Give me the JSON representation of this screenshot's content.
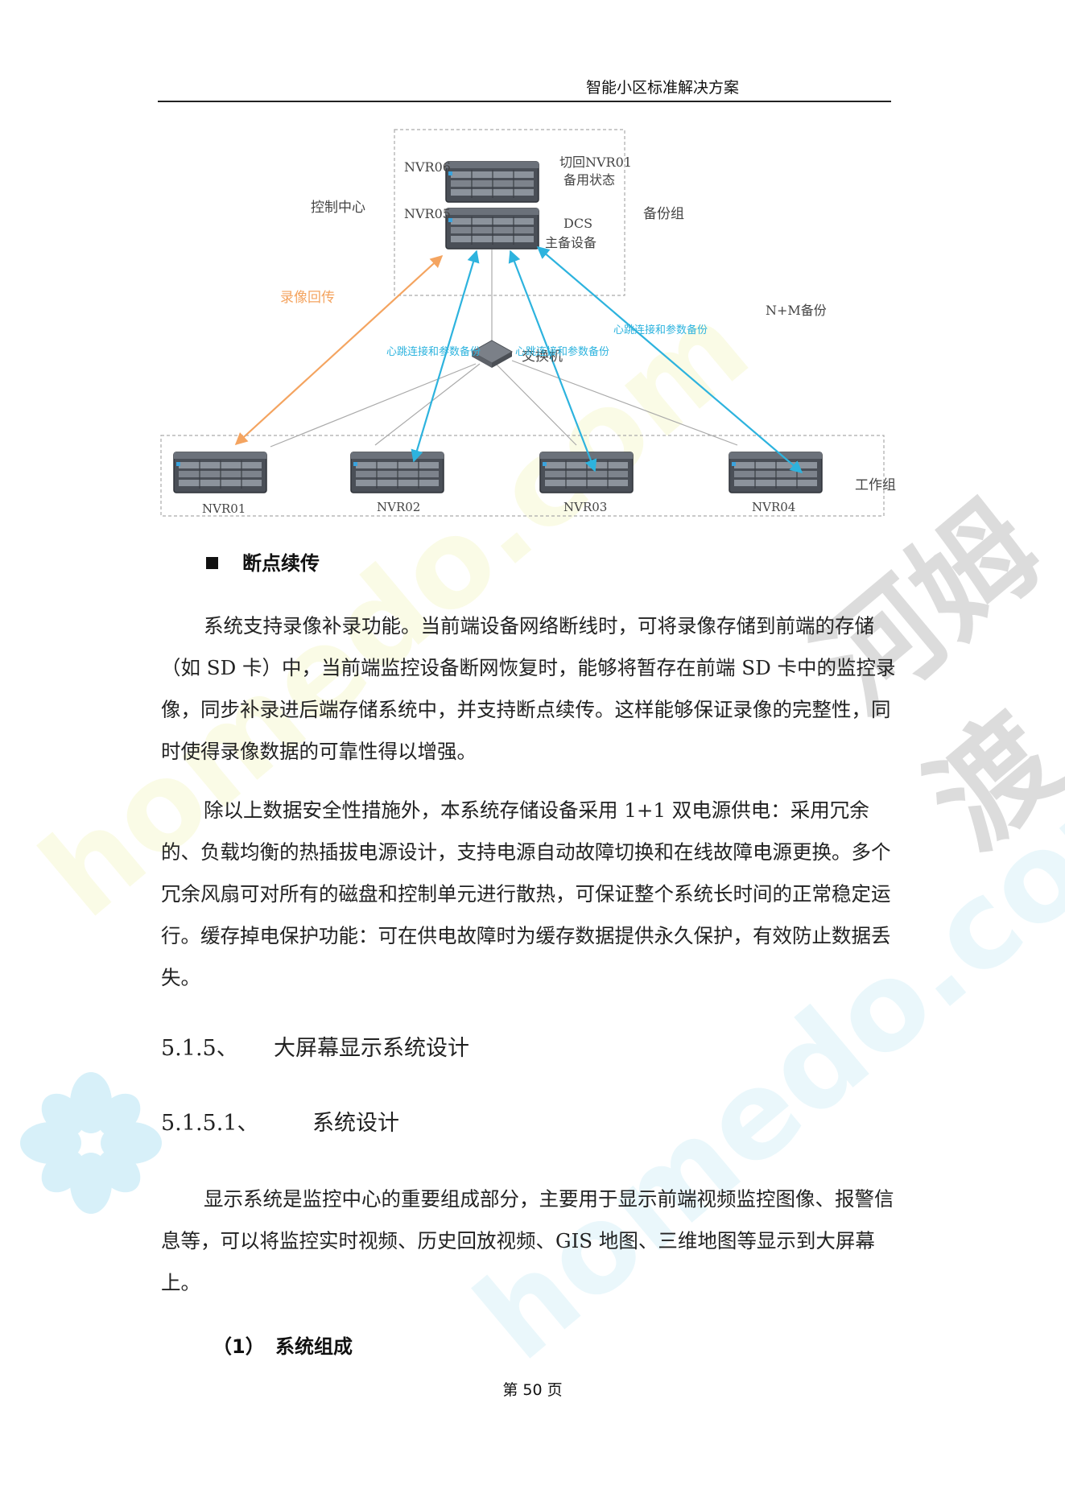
{
  "header": {
    "title": "智能小区标准解决方案"
  },
  "diagram": {
    "control_center": "控制中心",
    "backup_group": "备份组",
    "nvr06": "NVR06",
    "nvr05": "NVR05",
    "note_nvr06_line1": "切回NVR01",
    "note_nvr06_line2": "备用状态",
    "note_nvr05_line1": "DCS",
    "note_nvr05_line2": "主备设备",
    "record_return": "录像回传",
    "n_m_backup": "N+M备份",
    "heartbeat_1": "心跳连接和参数备份",
    "heartbeat_2": "心跳连接和参数备份",
    "heartbeat_3": "心跳连接和参数备份",
    "switch": "交换机",
    "work_group": "工作组",
    "nvr01": "NVR01",
    "nvr02": "NVR02",
    "nvr03": "NVR03",
    "nvr04": "NVR04",
    "colors": {
      "heartbeat": "#2db3de",
      "record": "#f4a460",
      "lines": "#aaaaaa"
    }
  },
  "section_breakpoint": {
    "heading": "断点续传",
    "para1": "系统支持录像补录功能。当前端设备网络断线时，可将录像存储到前端的存储（如 SD 卡）中，当前端监控设备断网恢复时，能够将暂存在前端 SD 卡中的监控录像，同步补录进后端存储系统中，并支持断点续传。这样能够保证录像的完整性，同时使得录像数据的可靠性得以增强。",
    "para2": "除以上数据安全性措施外，本系统存储设备采用 1+1 双电源供电：采用冗余的、负载均衡的热插拔电源设计，支持电源自动故障切换和在线故障电源更换。多个冗余风扇可对所有的磁盘和控制单元进行散热，可保证整个系统长时间的正常稳定运行。缓存掉电保护功能：可在供电故障时为缓存数据提供永久保护，有效防止数据丢失。"
  },
  "section_515": {
    "number": "5.1.5、",
    "title": "大屏幕显示系统设计"
  },
  "section_5151": {
    "number": "5.1.5.1、",
    "title": "系统设计"
  },
  "section_display": {
    "para": "显示系统是监控中心的重要组成部分，主要用于显示前端视频监控图像、报警信息等，可以将监控实时视频、历史回放视频、GIS 地图、三维地图等显示到大屏幕上。"
  },
  "subsection": {
    "number": "（1）",
    "title": "系统组成"
  },
  "footer": {
    "page": "第 50 页"
  },
  "watermark": {
    "text_1": "homedo.com",
    "text_2": "homedo.com",
    "text_cn": "河姆渡"
  }
}
